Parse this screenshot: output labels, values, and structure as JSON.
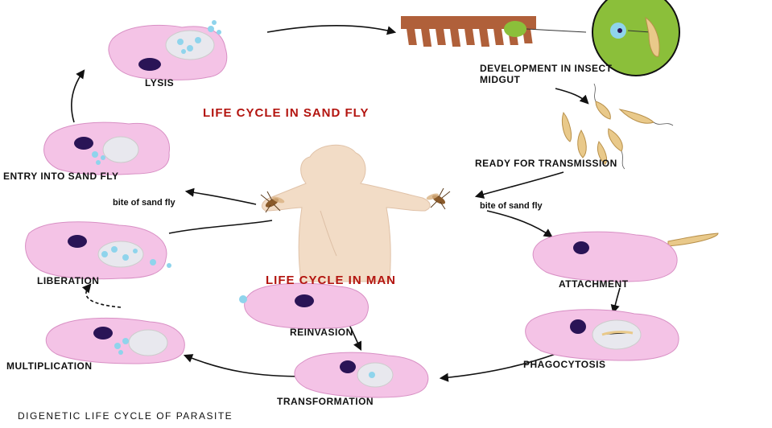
{
  "titles": {
    "sand_fly": "LIFE CYCLE IN SAND FLY",
    "man": "LIFE CYCLE IN MAN",
    "footer": "DIGENETIC   LIFE CYCLE    OF PARASITE"
  },
  "stages": {
    "lysis": "LYSIS",
    "development_line1": "DEVELOPMENT IN INSECT",
    "development_line2": "MIDGUT",
    "ready": "READY FOR TRANSMISSION",
    "entry": "ENTRY INTO SAND FLY",
    "bite_left": "bite of sand fly",
    "bite_right": "bite of sand fly",
    "liberation": "LIBERATION",
    "attachment": "ATTACHMENT",
    "reinvasion": "REINVASION",
    "multiplication": "MULTIPLICATION",
    "phagocytosis": "PHAGOCYTOSIS",
    "transformation": "TRANSFORMATION"
  },
  "colors": {
    "cell_fill": "#f4c3e6",
    "cell_stroke": "#d88fc4",
    "nucleus": "#2a1456",
    "vacuole": "#e8e8ee",
    "amastigote": "#8fd4ec",
    "midgut": "#b0603a",
    "gut_cell": "#8bbf3a",
    "promastigote": "#e9c98a",
    "human": "#f2dcc6",
    "title_red": "#b3140f"
  }
}
